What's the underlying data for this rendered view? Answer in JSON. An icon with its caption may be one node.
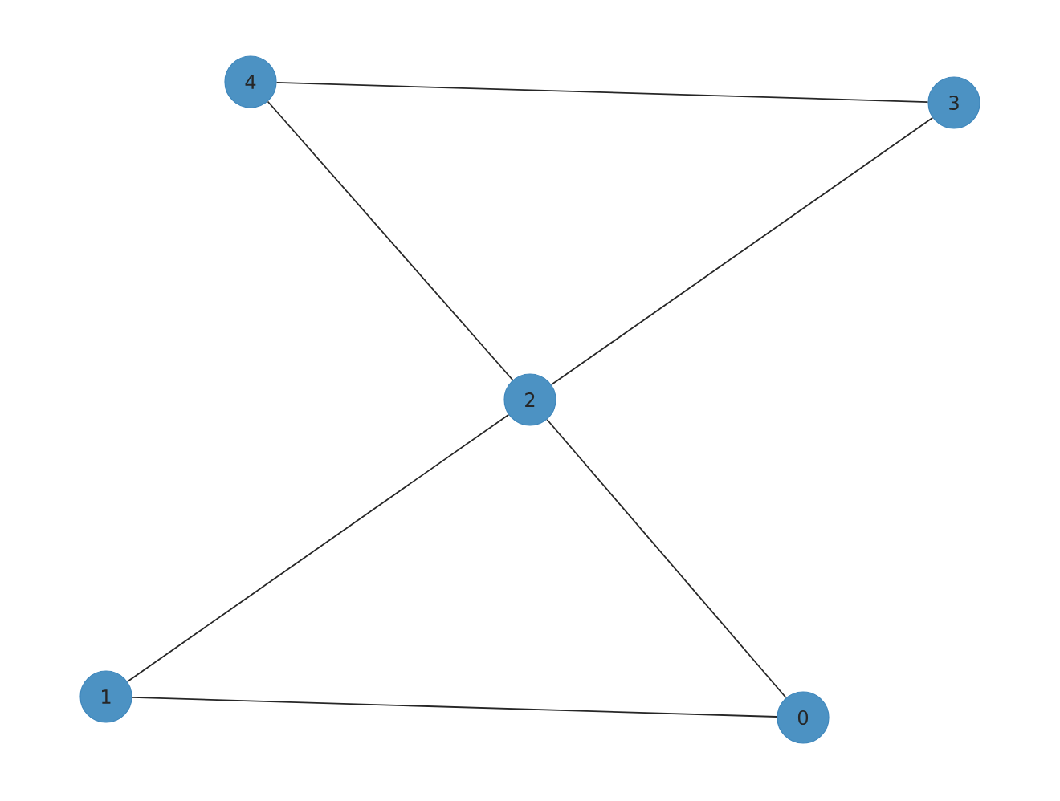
{
  "diagram": {
    "nodes": [
      {
        "text": [
          "4"
        ]
      },
      {
        "text": [
          "3"
        ]
      },
      {
        "text": [
          "2"
        ]
      },
      {
        "text": [
          "1"
        ]
      },
      {
        "text": [
          "0"
        ]
      }
    ],
    "edges": [
      {
        "from": 0,
        "to": 1,
        "arrow": "none"
      },
      {
        "from": 0,
        "to": 2,
        "arrow": "none"
      },
      {
        "from": 1,
        "to": 2,
        "arrow": "none"
      },
      {
        "from": 2,
        "to": 3,
        "arrow": "none"
      },
      {
        "from": 2,
        "to": 4,
        "arrow": "none"
      },
      {
        "from": 3,
        "to": 4,
        "arrow": "none"
      }
    ]
  }
}
